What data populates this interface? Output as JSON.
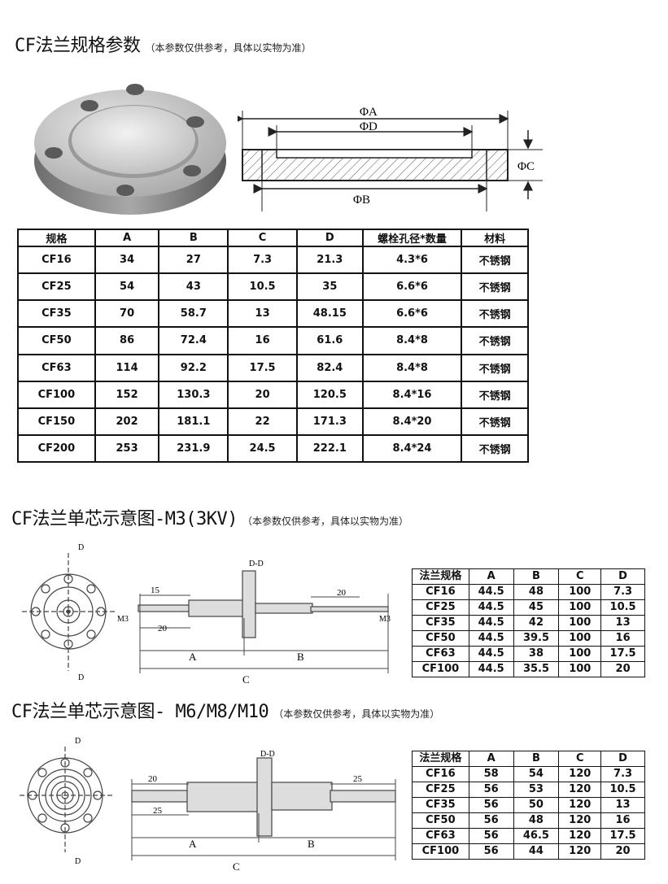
{
  "section1": {
    "title": "CF法兰规格参数",
    "note": "（本参数仅供参考，具体以实物为准）",
    "diagram_labels": {
      "a": "ΦA",
      "d": "ΦD",
      "b": "ΦB",
      "c": "ΦC"
    },
    "table": {
      "headers": [
        "规格",
        "A",
        "B",
        "C",
        "D",
        "螺栓孔径*数量",
        "材料"
      ],
      "rows": [
        [
          "CF16",
          "34",
          "27",
          "7.3",
          "21.3",
          "4.3*6",
          "不锈钢"
        ],
        [
          "CF25",
          "54",
          "43",
          "10.5",
          "35",
          "6.6*6",
          "不锈钢"
        ],
        [
          "CF35",
          "70",
          "58.7",
          "13",
          "48.15",
          "6.6*6",
          "不锈钢"
        ],
        [
          "CF50",
          "86",
          "72.4",
          "16",
          "61.6",
          "8.4*8",
          "不锈钢"
        ],
        [
          "CF63",
          "114",
          "92.2",
          "17.5",
          "82.4",
          "8.4*8",
          "不锈钢"
        ],
        [
          "CF100",
          "152",
          "130.3",
          "20",
          "120.5",
          "8.4*16",
          "不锈钢"
        ],
        [
          "CF150",
          "202",
          "181.1",
          "22",
          "171.3",
          "8.4*20",
          "不锈钢"
        ],
        [
          "CF200",
          "253",
          "231.9",
          "24.5",
          "222.1",
          "8.4*24",
          "不锈钢"
        ]
      ]
    }
  },
  "section2": {
    "title": "CF法兰单芯示意图-M3(3KV)",
    "note": "（本参数仅供参考，具体以实物为准）",
    "drawing_labels": {
      "d_top": "D",
      "d_bottom": "D",
      "dd": "D-D",
      "l15": "15",
      "l20a": "20",
      "l20b": "20",
      "m3a": "M3",
      "m3b": "M3",
      "a": "A",
      "b": "B",
      "c": "C"
    },
    "table": {
      "headers": [
        "法兰规格",
        "A",
        "B",
        "C",
        "D"
      ],
      "rows": [
        [
          "CF16",
          "44.5",
          "48",
          "100",
          "7.3"
        ],
        [
          "CF25",
          "44.5",
          "45",
          "100",
          "10.5"
        ],
        [
          "CF35",
          "44.5",
          "42",
          "100",
          "13"
        ],
        [
          "CF50",
          "44.5",
          "39.5",
          "100",
          "16"
        ],
        [
          "CF63",
          "44.5",
          "38",
          "100",
          "17.5"
        ],
        [
          "CF100",
          "44.5",
          "35.5",
          "100",
          "20"
        ]
      ]
    }
  },
  "section3": {
    "title": "CF法兰单芯示意图- M6/M8/M10",
    "note": "（本参数仅供参考，具体以实物为准）",
    "drawing_labels": {
      "d_top": "D",
      "d_bottom": "D",
      "dd": "D-D",
      "l20": "20",
      "l25a": "25",
      "l25b": "25",
      "a": "A",
      "b": "B",
      "c": "C"
    },
    "table": {
      "headers": [
        "法兰规格",
        "A",
        "B",
        "C",
        "D"
      ],
      "rows": [
        [
          "CF16",
          "58",
          "54",
          "120",
          "7.3"
        ],
        [
          "CF25",
          "56",
          "53",
          "120",
          "10.5"
        ],
        [
          "CF35",
          "56",
          "50",
          "120",
          "13"
        ],
        [
          "CF50",
          "56",
          "48",
          "120",
          "16"
        ],
        [
          "CF63",
          "56",
          "46.5",
          "120",
          "17.5"
        ],
        [
          "CF100",
          "56",
          "44",
          "120",
          "20"
        ]
      ]
    }
  }
}
